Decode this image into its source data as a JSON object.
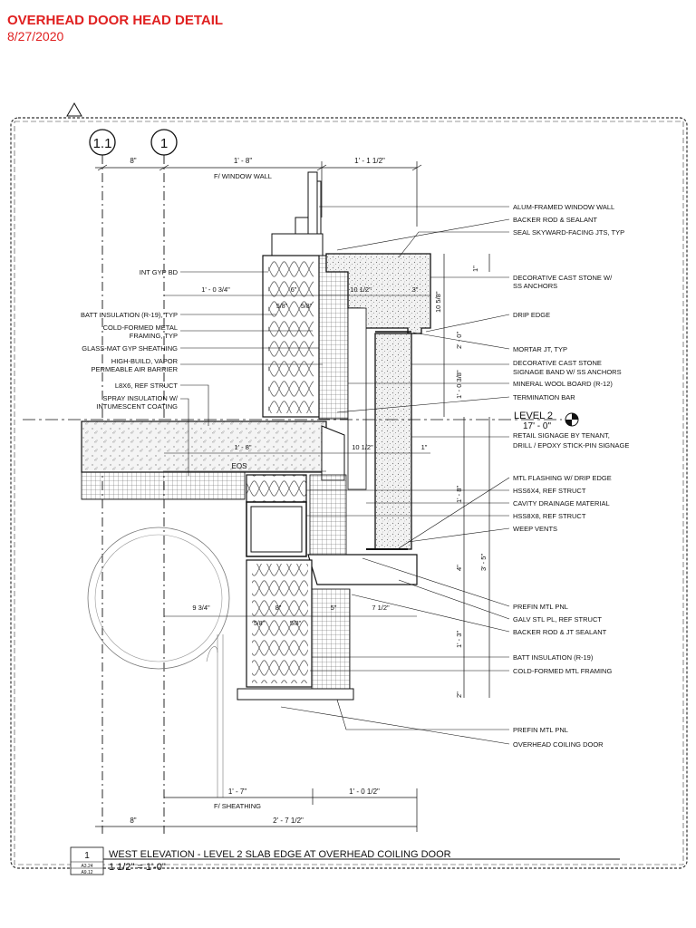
{
  "header": {
    "title": "OVERHEAD DOOR HEAD DETAIL",
    "date": "8/27/2020"
  },
  "grid_bubbles": [
    "1.1",
    "1"
  ],
  "level_marker": {
    "name": "LEVEL 2",
    "elevation": "17' - 0\""
  },
  "eos_label": "EOS",
  "dimensions": {
    "top_left_8": "8\"",
    "top_1_8": "1' - 8\"",
    "top_window_wall": "F/ WINDOW WALL",
    "top_1_1_half": "1' - 1 1/2\"",
    "d_1_0_3_4": "1' - 0 3/4\"",
    "d_6": "6\"",
    "d_5_8_a": "5/8\"",
    "d_5_8_b": "5/8\"",
    "d_10_half_top": "10 1/2\"",
    "d_3": "3\"",
    "v_1": "1\"",
    "v_10_5_8": "10 5/8\"",
    "v_2_0": "2' - 0\"",
    "v_1_0_3_8": "1' - 0 3/8\"",
    "d_1_8_mid": "1' - 8\"",
    "d_10_half_mid": "10 1/2\"",
    "d_1_mid": "1\"",
    "v_1_8": "1' - 8\"",
    "v_4": "4\"",
    "v_3_5": "3' - 5\"",
    "d_9_3_4": "9 3/4\"",
    "d_8": "8\"",
    "d_5": "5\"",
    "d_7_half": "7 1/2\"",
    "d_5_8_c": "5/8\"",
    "d_5_8_d": "5/8\"",
    "v_1_3": "1' - 3\"",
    "v_2": "2\"",
    "bot_1_7": "1' - 7\"",
    "bot_1_0_half": "1' - 0 1/2\"",
    "bot_sheathing": "F/ SHEATHING",
    "bot_8": "8\"",
    "bot_2_7_half": "2' - 7 1/2\""
  },
  "notes_left": [
    "INT GYP BD",
    "BATT INSULATION (R-19), TYP",
    "COLD-FORMED METAL",
    "FRAMING, TYP",
    "GLASS-MAT GYP SHEATHING",
    "HIGH-BUILD, VAPOR",
    "PERMEABLE AIR BARRIER",
    "L8X6, REF STRUCT",
    "SPRAY INSULATION W/",
    "INTUMESCENT COATING"
  ],
  "notes_right": [
    "ALUM-FRAMED WINDOW WALL",
    "BACKER ROD & SEALANT",
    "SEAL SKYWARD-FACING JTS, TYP",
    "DECORATIVE CAST STONE W/",
    "SS ANCHORS",
    "DRIP EDGE",
    "MORTAR JT, TYP",
    "DECORATIVE CAST STONE",
    "SIGNAGE BAND W/ SS ANCHORS",
    "MINERAL WOOL BOARD (R-12)",
    "TERMINATION BAR",
    "RETAIL SIGNAGE BY TENANT,",
    "DRILL / EPOXY STICK-PIN SIGNAGE",
    "MTL FLASHING W/ DRIP EDGE",
    "HSS6X4, REF STRUCT",
    "CAVITY DRAINAGE MATERIAL",
    "HSS8X8, REF STRUCT",
    "WEEP VENTS",
    "PREFIN MTL PNL",
    "GALV STL PL, REF STRUCT",
    "BACKER ROD & JT SEALANT",
    "BATT INSULATION (R-19)",
    "COLD-FORMED MTL FRAMING",
    "PREFIN MTL PNL",
    "OVERHEAD COILING DOOR"
  ],
  "title_block": {
    "number": "1",
    "sheet_a": "A3.24",
    "sheet_b": "A9.12",
    "title": "WEST ELEVATION - LEVEL 2 SLAB EDGE AT OVERHEAD COILING DOOR",
    "scale": "1 1/2\" = 1'-0\""
  }
}
